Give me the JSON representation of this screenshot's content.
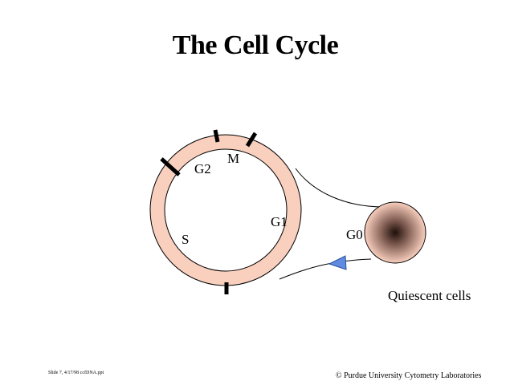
{
  "title": "The Cell Cycle",
  "phases": {
    "m": "M",
    "g2": "G2",
    "s": "S",
    "g1": "G1",
    "g0": "G0"
  },
  "quiescent_label": "Quiescent cells",
  "footer": {
    "left": "Slide 7, 4/17/98 ccfDNA.ppt",
    "right": "© Purdue University Cytometry Laboratories"
  },
  "colors": {
    "ring_fill": "#f9cfbe",
    "ring_stroke": "#000000",
    "arrow_fill": "#5f8ce0",
    "background": "#ffffff"
  }
}
